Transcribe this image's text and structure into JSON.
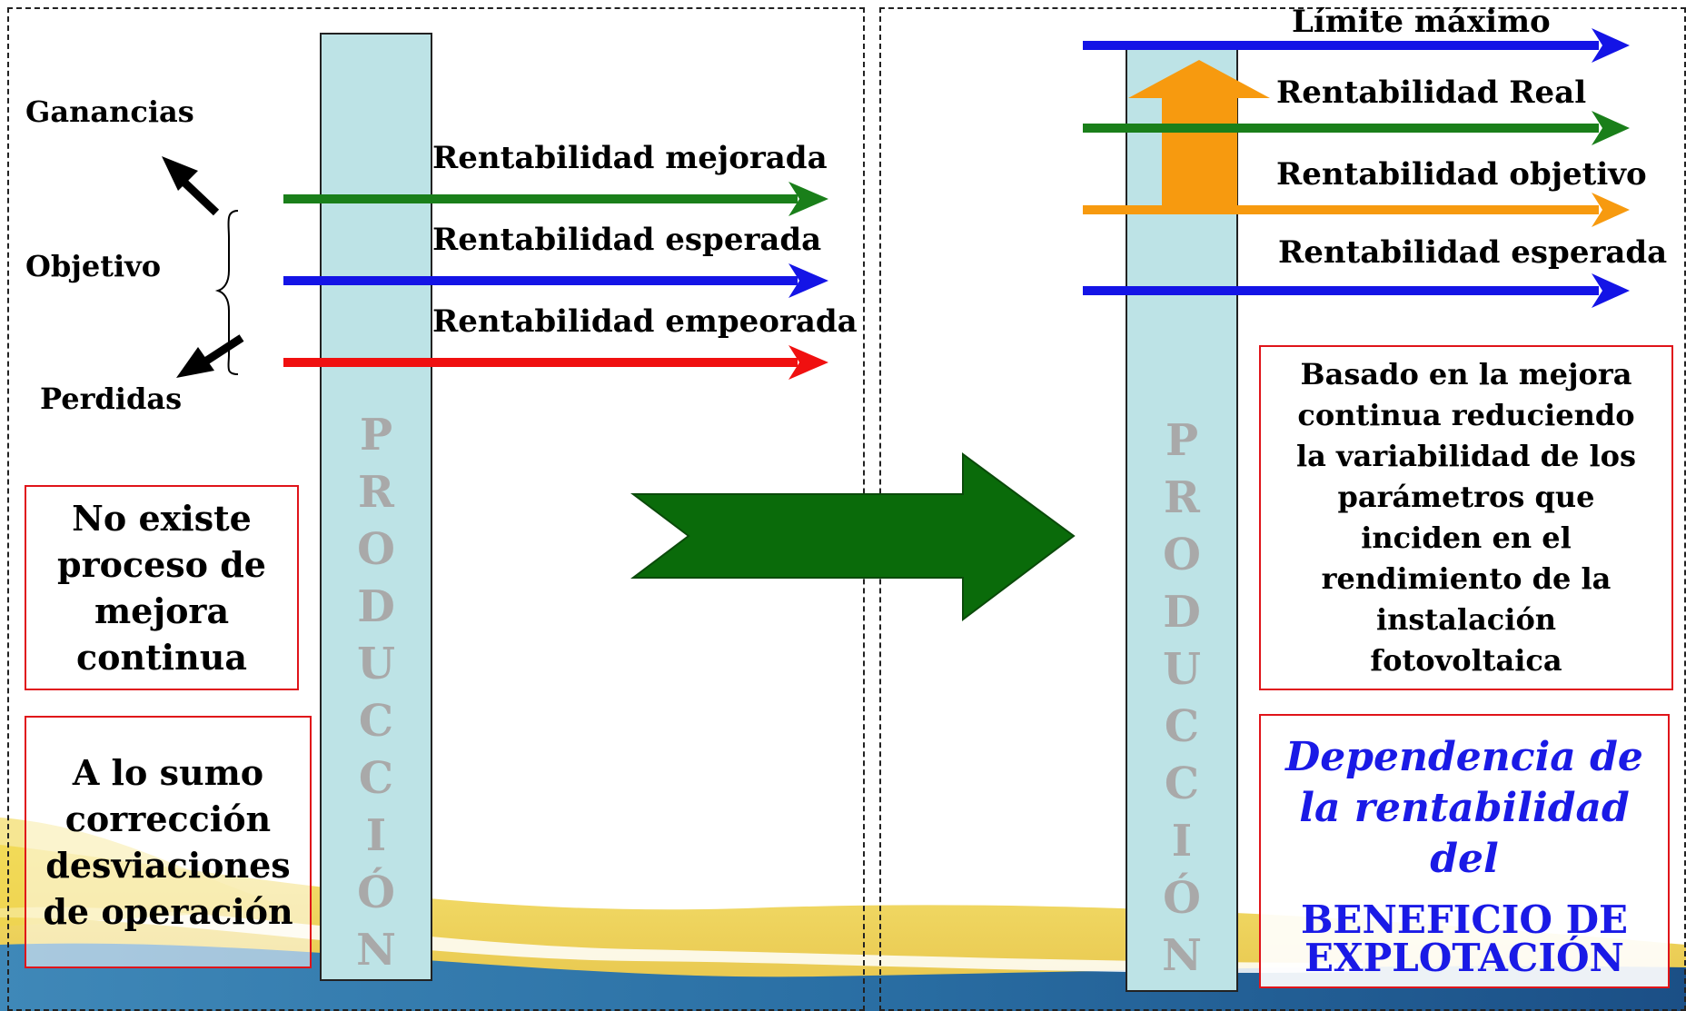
{
  "left_panel": {
    "side_labels": {
      "gains": "Ganancias",
      "objective": "Objetivo",
      "losses": "Perdidas"
    },
    "arrows": [
      {
        "label": "Rentabilidad mejorada",
        "color": "#1a7f1a"
      },
      {
        "label": "Rentabilidad esperada",
        "color": "#1414e6"
      },
      {
        "label": "Rentabilidad empeorada",
        "color": "#f01010"
      }
    ],
    "column_letters": [
      "P",
      "R",
      "O",
      "D",
      "U",
      "C",
      "C",
      "I",
      "Ó",
      "N"
    ],
    "box_top_lines": [
      "No existe",
      "proceso de",
      "mejora",
      "continua"
    ],
    "box_bottom_lines": [
      "A lo sumo",
      "corrección",
      "desviaciones",
      "de operación"
    ]
  },
  "right_panel": {
    "arrows": [
      {
        "label": "Límite máximo",
        "color": "#1414e6"
      },
      {
        "label": "Rentabilidad Real",
        "color": "#1a7f1a"
      },
      {
        "label": "Rentabilidad objetivo",
        "color": "#f79a0f"
      },
      {
        "label": "Rentabilidad esperada",
        "color": "#1414e6"
      }
    ],
    "column_letters": [
      "P",
      "R",
      "O",
      "D",
      "U",
      "C",
      "C",
      "I",
      "Ó",
      "N"
    ],
    "box_top_lines": [
      "Basado en la mejora",
      "continua reduciendo",
      "la variabilidad de los",
      "parámetros que",
      "inciden en el",
      "rendimiento de la",
      "instalación",
      "fotovoltaica"
    ],
    "conclusion_italic_lines": [
      "Dependencia de",
      "la rentabilidad",
      "del"
    ],
    "conclusion_caps_lines": [
      "BENEFICIO DE",
      "EXPLOTACIÓN"
    ]
  },
  "colors": {
    "column_fill": "#bde3e6",
    "big_arrow": "#0a6b0a",
    "up_arrow": "#f79a0f",
    "box_border": "#e0141a",
    "conclusion_text": "#1a1ae6"
  }
}
